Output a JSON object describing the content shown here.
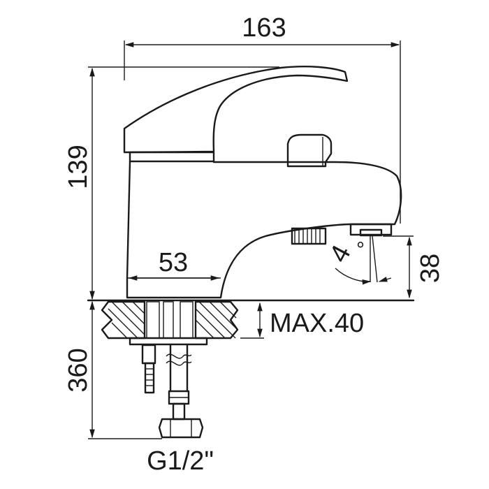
{
  "dimensions": {
    "overall_width": "163",
    "overall_height": "139",
    "spout_reach": "53",
    "outlet_height": "38",
    "deck_thickness": "MAX.40",
    "hose_length": "360",
    "tilt_angle": "4°",
    "connection_thread": "G1/2\""
  }
}
